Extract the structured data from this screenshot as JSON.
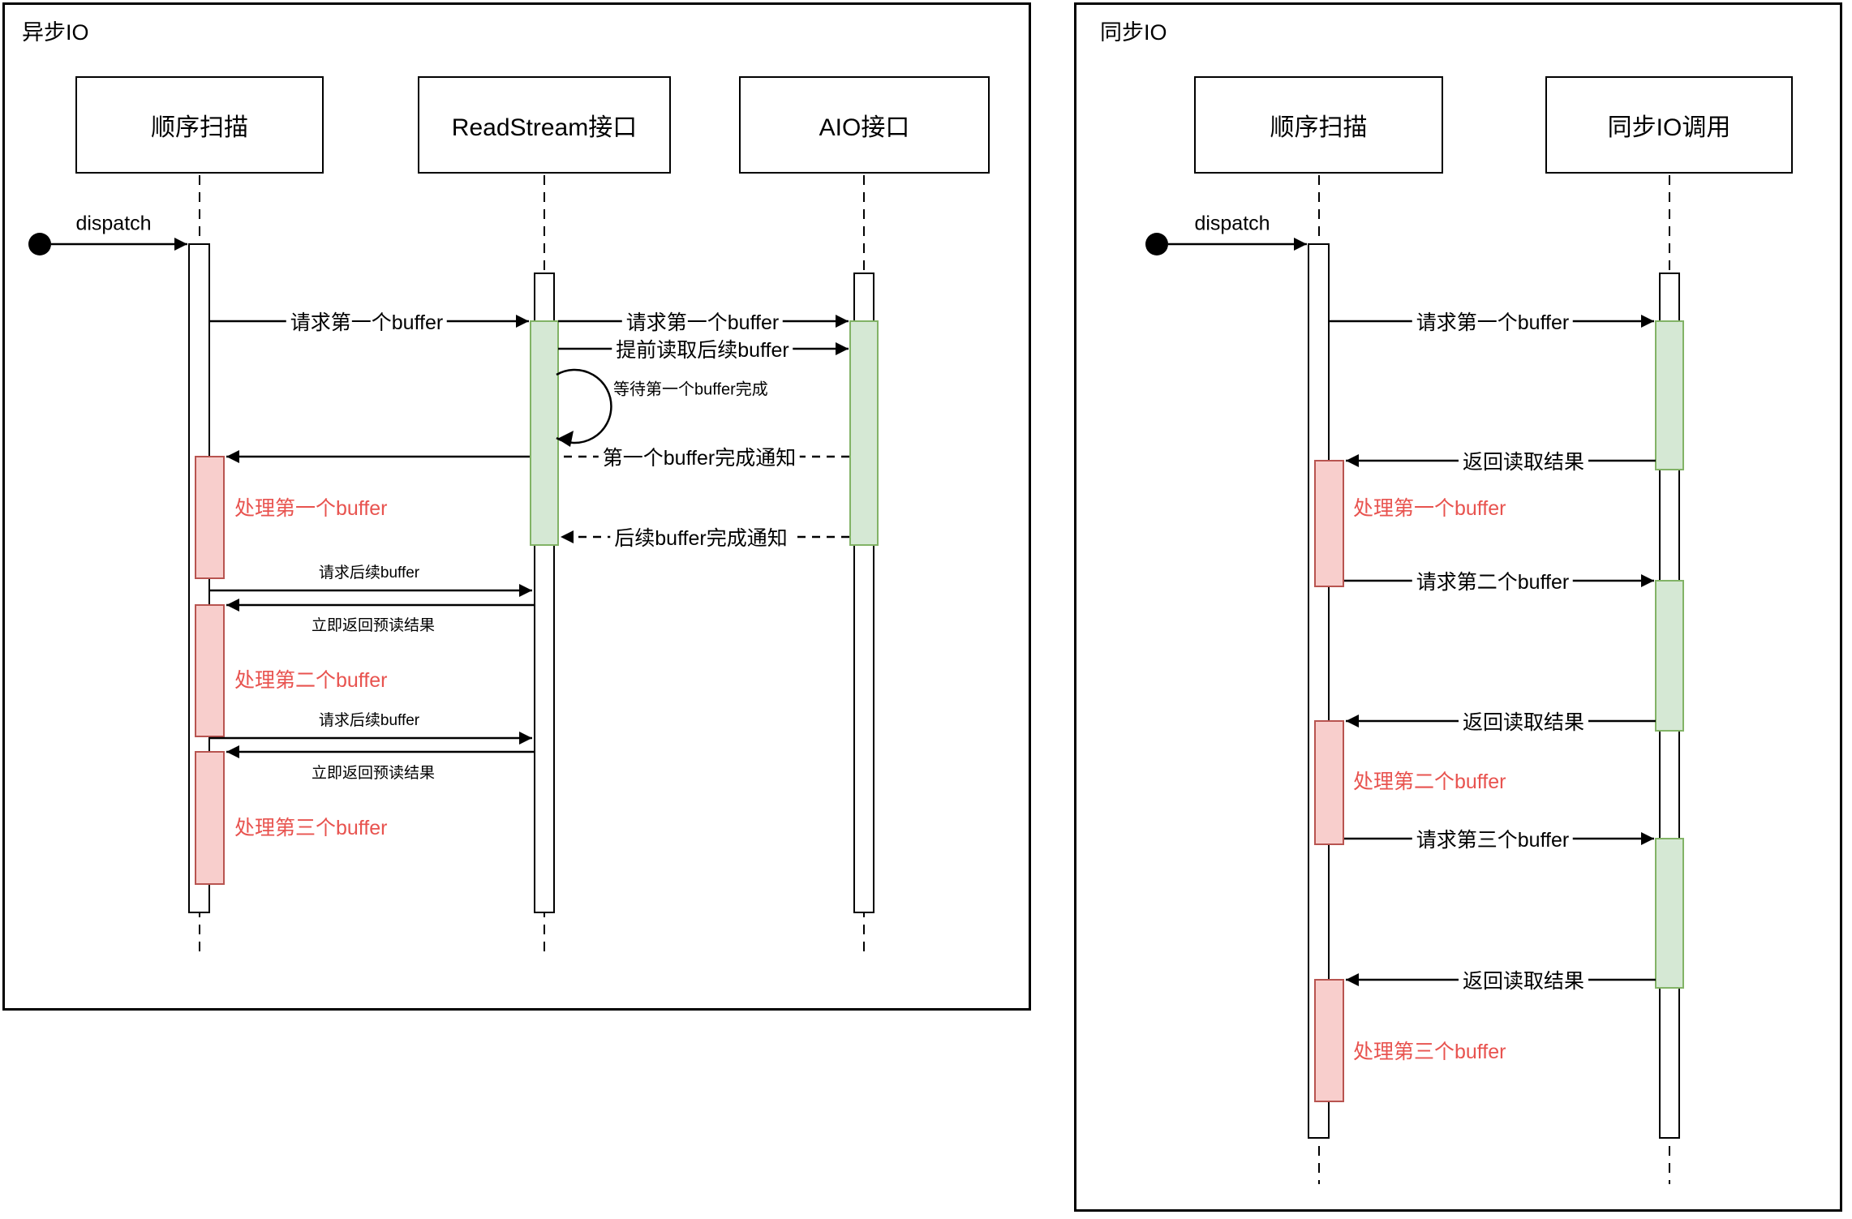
{
  "colors": {
    "green_fill": "#d5e8d4",
    "green_border": "#82b366",
    "red_fill": "#f8cecc",
    "red_border": "#b85450",
    "red_text": "#e8534f",
    "line": "#000000"
  },
  "panels": {
    "async": {
      "title": "异步IO",
      "dispatch": "dispatch",
      "actors": {
        "scan": "顺序扫描",
        "readstream": "ReadStream接口",
        "aio": "AIO接口"
      },
      "msg": {
        "req_first_scan": "请求第一个buffer",
        "req_first_aio": "请求第一个buffer",
        "prefetch_next": "提前读取后续buffer",
        "wait_first": "等待第一个buffer完成",
        "first_done": "第一个buffer完成通知",
        "next_done": "后续buffer完成通知",
        "req_next_1": "请求后续buffer",
        "ret_pre_1": "立即返回预读结果",
        "req_next_2": "请求后续buffer",
        "ret_pre_2": "立即返回预读结果"
      },
      "process": {
        "p1": "处理第一个buffer",
        "p2": "处理第二个buffer",
        "p3": "处理第三个buffer"
      }
    },
    "sync": {
      "title": "同步IO",
      "dispatch": "dispatch",
      "actors": {
        "scan": "顺序扫描",
        "syncio": "同步IO调用"
      },
      "msg": {
        "req1": "请求第一个buffer",
        "ret1": "返回读取结果",
        "req2": "请求第二个buffer",
        "ret2": "返回读取结果",
        "req3": "请求第三个buffer",
        "ret3": "返回读取结果"
      },
      "process": {
        "p1": "处理第一个buffer",
        "p2": "处理第二个buffer",
        "p3": "处理第三个buffer"
      }
    }
  }
}
